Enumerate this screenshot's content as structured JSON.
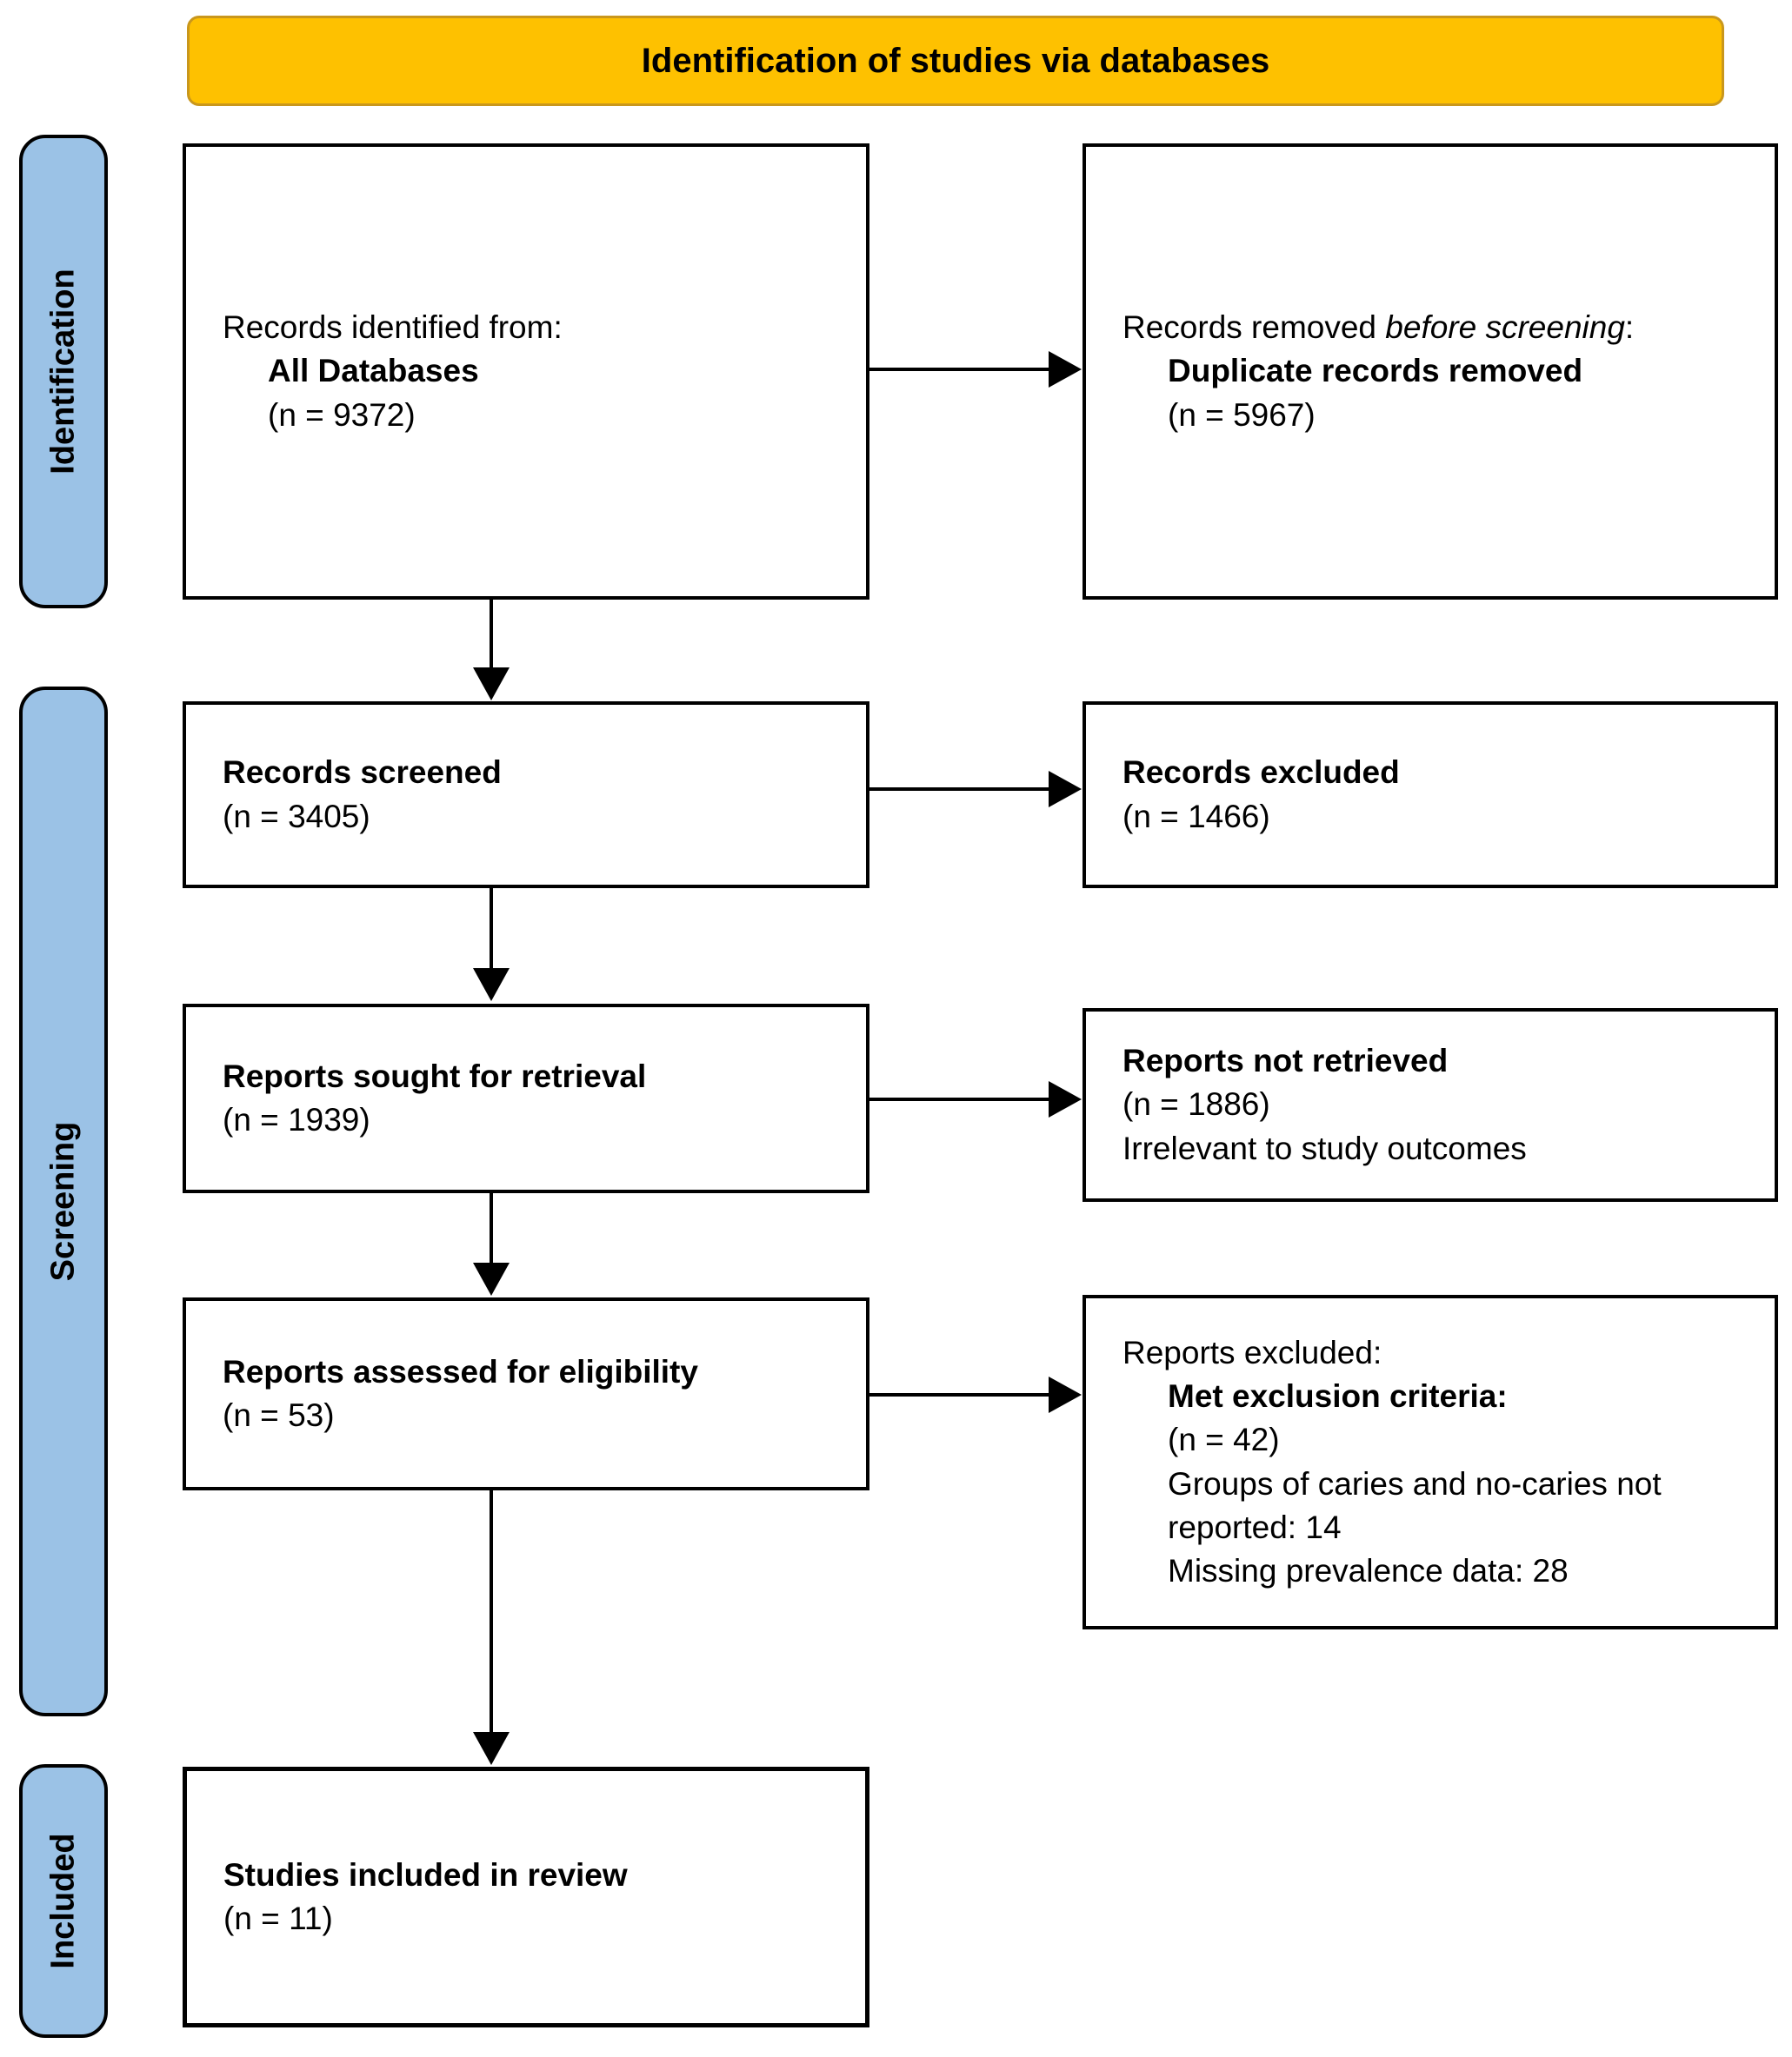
{
  "banner": {
    "title": "Identification of studies via databases"
  },
  "sidebar": {
    "identification": "Identification",
    "screening": "Screening",
    "included": "Included"
  },
  "boxes": {
    "records_identified": {
      "intro": "Records identified from:",
      "source": "All Databases",
      "count": "(n = 9372)"
    },
    "records_removed": {
      "intro_prefix": "Records removed ",
      "intro_italic": "before screening",
      "intro_suffix": ":",
      "reason": "Duplicate records removed",
      "count": "(n = 5967)"
    },
    "records_screened": {
      "title": "Records screened",
      "count": "(n = 3405)"
    },
    "records_excluded": {
      "title": "Records excluded",
      "count": "(n = 1466)"
    },
    "reports_sought": {
      "title": "Reports sought for retrieval",
      "count": "(n = 1939)"
    },
    "reports_not_retrieved": {
      "title": "Reports not retrieved",
      "count": "(n = 1886)",
      "note": "Irrelevant to study outcomes"
    },
    "reports_assessed": {
      "title": "Reports assessed for eligibility",
      "count": "(n = 53)"
    },
    "reports_excluded": {
      "intro": "Reports excluded:",
      "criteria": "Met exclusion criteria:",
      "count": "(n = 42)",
      "reason1": "Groups of caries and no-caries not reported: 14",
      "reason2": "Missing prevalence data: 28"
    },
    "studies_included": {
      "title": "Studies included in review",
      "count": "(n = 11)"
    }
  },
  "colors": {
    "banner_bg": "#FEC100",
    "stage_bg": "#9BC2E6",
    "box_border": "#000000"
  }
}
